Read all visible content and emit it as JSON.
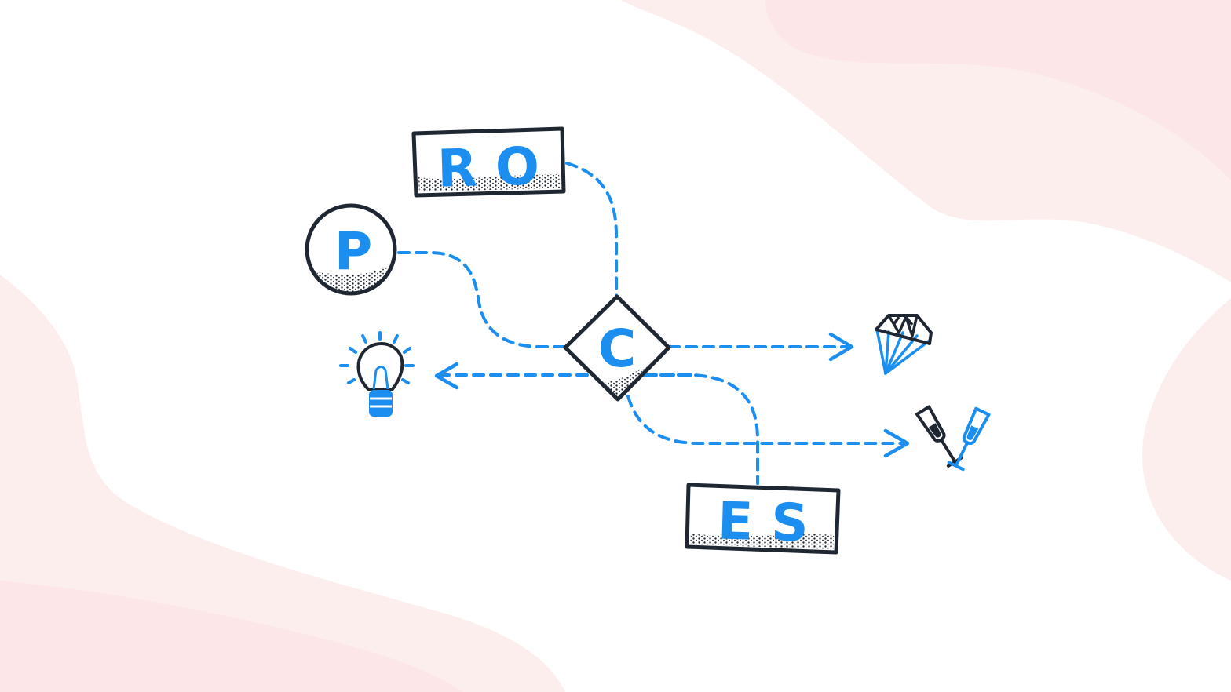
{
  "nodes": {
    "p": {
      "label": "P"
    },
    "ro": {
      "label": "R O"
    },
    "c": {
      "label": "C"
    },
    "es": {
      "label": "E S"
    }
  },
  "icons": {
    "bulb": "lightbulb-icon",
    "diamond": "diamond-gem-icon",
    "toast": "champagne-toast-icon"
  },
  "colors": {
    "accent": "#1b8ef0",
    "ink": "#1f2733",
    "background_blob": "#fdecec"
  }
}
